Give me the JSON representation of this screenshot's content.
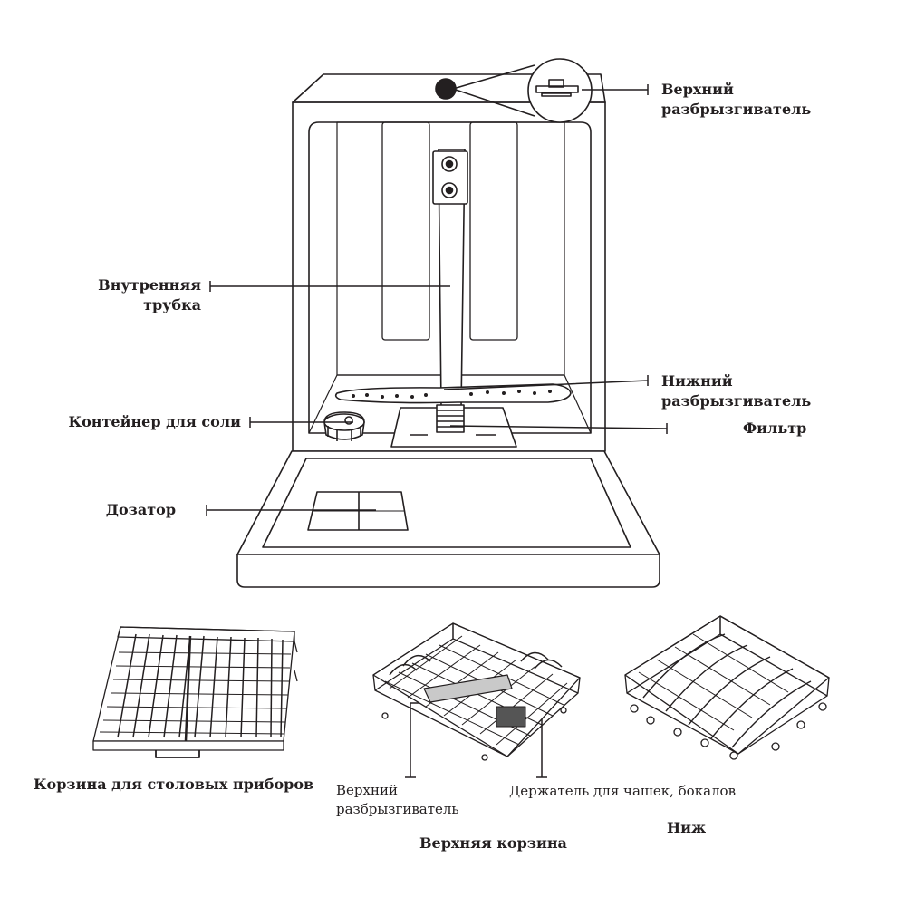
{
  "labels": {
    "upper_spray_arm": [
      "Верхний",
      "разбрызгиватель"
    ],
    "inner_tube": [
      "Внутренняя",
      "трубка"
    ],
    "lower_spray_arm": [
      "Нижний",
      "разбрызгиватель"
    ],
    "filter": "Фильтр",
    "salt_container": "Контейнер для соли",
    "dispenser": "Дозатор",
    "cutlery_basket": "Корзина для столовых приборов",
    "upper_basket_spray_arm": [
      "Верхний",
      "разбрызгиватель"
    ],
    "cup_holder": "Держатель для чашек, бокалов",
    "upper_basket": "Верхняя корзина",
    "lower_basket": "Ниж"
  }
}
